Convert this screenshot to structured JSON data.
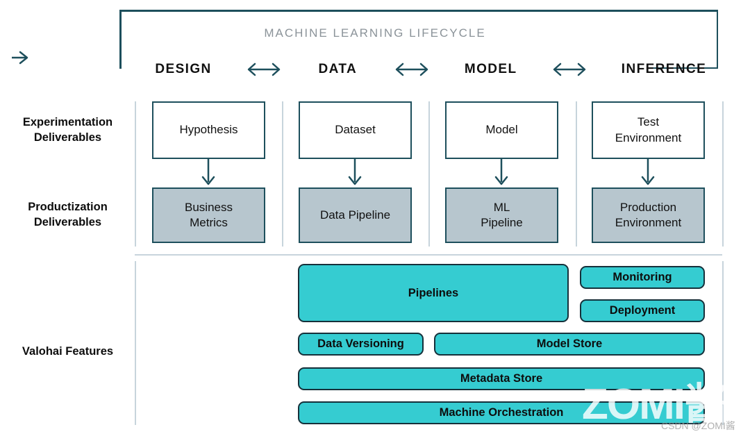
{
  "lifecycle": {
    "title": "MACHINE LEARNING LIFECYCLE",
    "phases": [
      {
        "label": "DESIGN"
      },
      {
        "label": "DATA"
      },
      {
        "label": "MODEL"
      },
      {
        "label": "INFERENCE"
      }
    ],
    "arrow_icon": "double-headed-arrow-icon",
    "loop_arrow_icon": "arrow-right-icon"
  },
  "rows": {
    "experimentation_label": "Experimentation\nDeliverables",
    "experimentation_label_line1": "Experimentation",
    "experimentation_label_line2": "Deliverables",
    "productization_label_line1": "Productization",
    "productization_label_line2": "Deliverables",
    "valohai_label": "Valohai Features"
  },
  "columns": [
    {
      "phase": "DESIGN",
      "experimentation": "Hypothesis",
      "productization_line1": "Business",
      "productization_line2": "Metrics"
    },
    {
      "phase": "DATA",
      "experimentation": "Dataset",
      "productization_line1": "Data Pipeline",
      "productization_line2": ""
    },
    {
      "phase": "MODEL",
      "experimentation": "Model",
      "productization_line1": "ML",
      "productization_line2": "Pipeline"
    },
    {
      "phase": "INFERENCE",
      "experimentation_line1": "Test",
      "experimentation_line2": "Environment",
      "productization_line1": "Production",
      "productization_line2": "Environment"
    }
  ],
  "features": {
    "pipelines": "Pipelines",
    "monitoring": "Monitoring",
    "deployment": "Deployment",
    "data_versioning": "Data Versioning",
    "model_store": "Model Store",
    "metadata_store": "Metadata Store",
    "machine_orchestration": "Machine Orchestration"
  },
  "watermark": {
    "main": "ZOMI酱",
    "sub": "CSDN @ZOMI酱"
  },
  "colors": {
    "dark_teal": "#1d4f5c",
    "feature_teal": "#35ccd1",
    "gray_box": "#b7c6ce",
    "divider": "#c7d4dc",
    "title_gray": "#8b9399"
  }
}
